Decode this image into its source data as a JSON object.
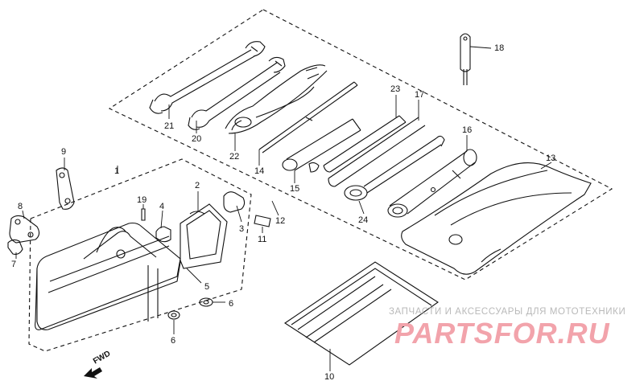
{
  "callouts": {
    "p1": "1",
    "p3": "3",
    "p4": "4",
    "p5": "5",
    "p6a": "6",
    "p6b": "6",
    "p7": "7",
    "p8": "8",
    "p9": "9",
    "p10": "10",
    "p11": "11",
    "p12": "12",
    "p13": "13",
    "p14": "14",
    "p15": "15",
    "p16": "16",
    "p17": "17",
    "p18": "18",
    "p19": "19",
    "p20": "20",
    "p21": "21",
    "p22": "22",
    "p23": "23",
    "p24": "24",
    "p2": "2"
  },
  "direction_mark": "FWD",
  "watermark": {
    "tagline": "ЗАПЧАСТИ И АКСЕССУАРЫ ДЛЯ МОТОТЕХНИКИ",
    "logo": "PARTSFOR.RU"
  },
  "colors": {
    "line": "#111111",
    "watermark_text": "#b9b9b9",
    "watermark_logo": "#f2a3ab"
  }
}
